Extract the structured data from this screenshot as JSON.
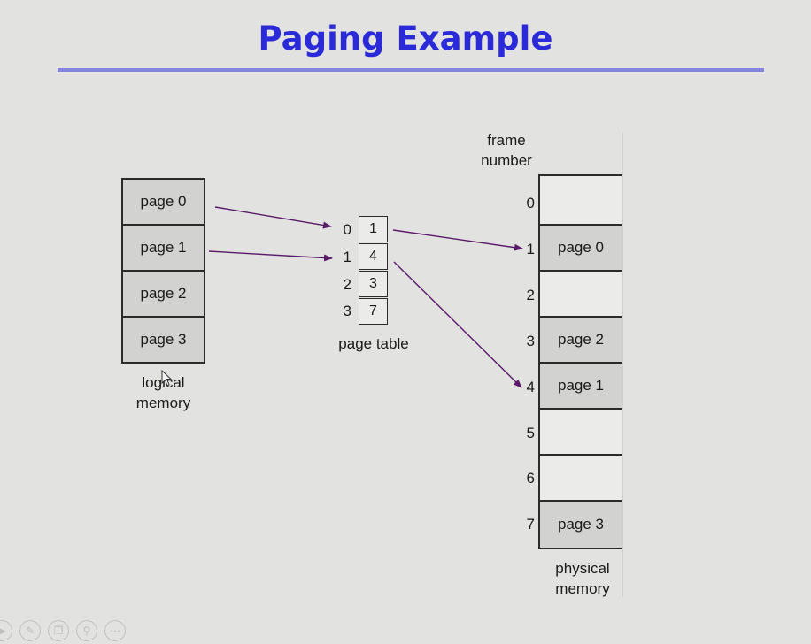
{
  "slide": {
    "title": "Paging Example",
    "title_color": "#2a2ad8",
    "rule_color": "#8585e0"
  },
  "logical_memory": {
    "pages": [
      "page 0",
      "page 1",
      "page 2",
      "page 3"
    ],
    "label_line1": "logical",
    "label_line2": "memory"
  },
  "page_table": {
    "indices": [
      "0",
      "1",
      "2",
      "3"
    ],
    "frames": [
      "1",
      "4",
      "3",
      "7"
    ],
    "label": "page table"
  },
  "physical_memory": {
    "header_line1": "frame",
    "header_line2": "number",
    "frame_numbers": [
      "0",
      "1",
      "2",
      "3",
      "4",
      "5",
      "6",
      "7"
    ],
    "frames": [
      "",
      "page 0",
      "",
      "page 2",
      "page 1",
      "",
      "",
      "page 3"
    ],
    "label_line1": "physical",
    "label_line2": "memory"
  },
  "arrow_color": "#5a1a6a",
  "controls": [
    "play-icon",
    "pen-icon",
    "copy-icon",
    "zoom-icon",
    "more-icon"
  ]
}
